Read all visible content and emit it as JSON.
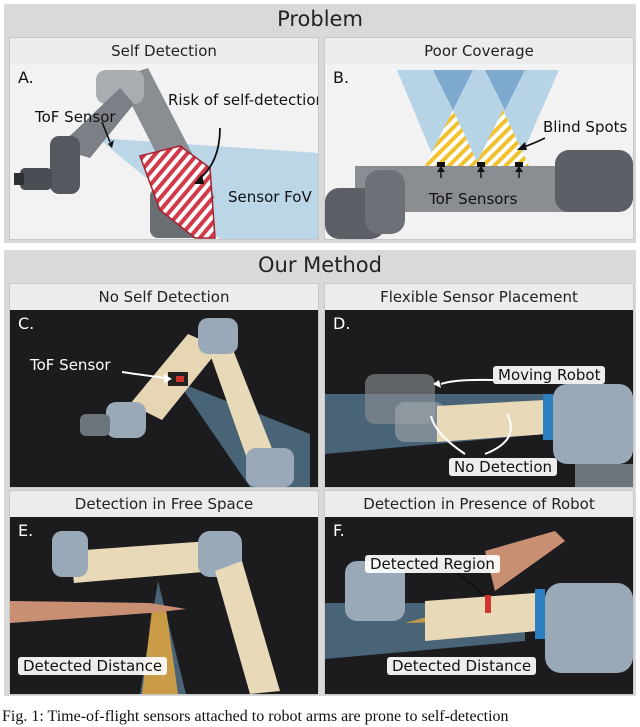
{
  "problem": {
    "title": "Problem",
    "panel_a": {
      "title": "Self Detection",
      "letter": "A.",
      "labels": {
        "tof": "ToF Sensor",
        "risk": "Risk of self-detection",
        "fov": "Sensor FoV"
      }
    },
    "panel_b": {
      "title": "Poor Coverage",
      "letter": "B.",
      "labels": {
        "blind": "Blind Spots",
        "sensors": "ToF Sensors"
      }
    }
  },
  "method": {
    "title": "Our Method",
    "panel_c": {
      "title": "No Self Detection",
      "letter": "C.",
      "labels": {
        "tof": "ToF Sensor"
      }
    },
    "panel_d": {
      "title": "Flexible Sensor Placement",
      "letter": "D.",
      "labels": {
        "moving": "Moving Robot",
        "nodetect": "No Detection"
      }
    },
    "panel_e": {
      "title": "Detection in Free Space",
      "letter": "E.",
      "labels": {
        "distance": "Detected Distance"
      }
    },
    "panel_f": {
      "title": "Detection in Presence of Robot",
      "letter": "F.",
      "labels": {
        "region": "Detected Region",
        "distance": "Detected Distance"
      }
    }
  },
  "caption": "Fig. 1: Time-of-flight sensors attached to robot arms are prone to self-detection"
}
